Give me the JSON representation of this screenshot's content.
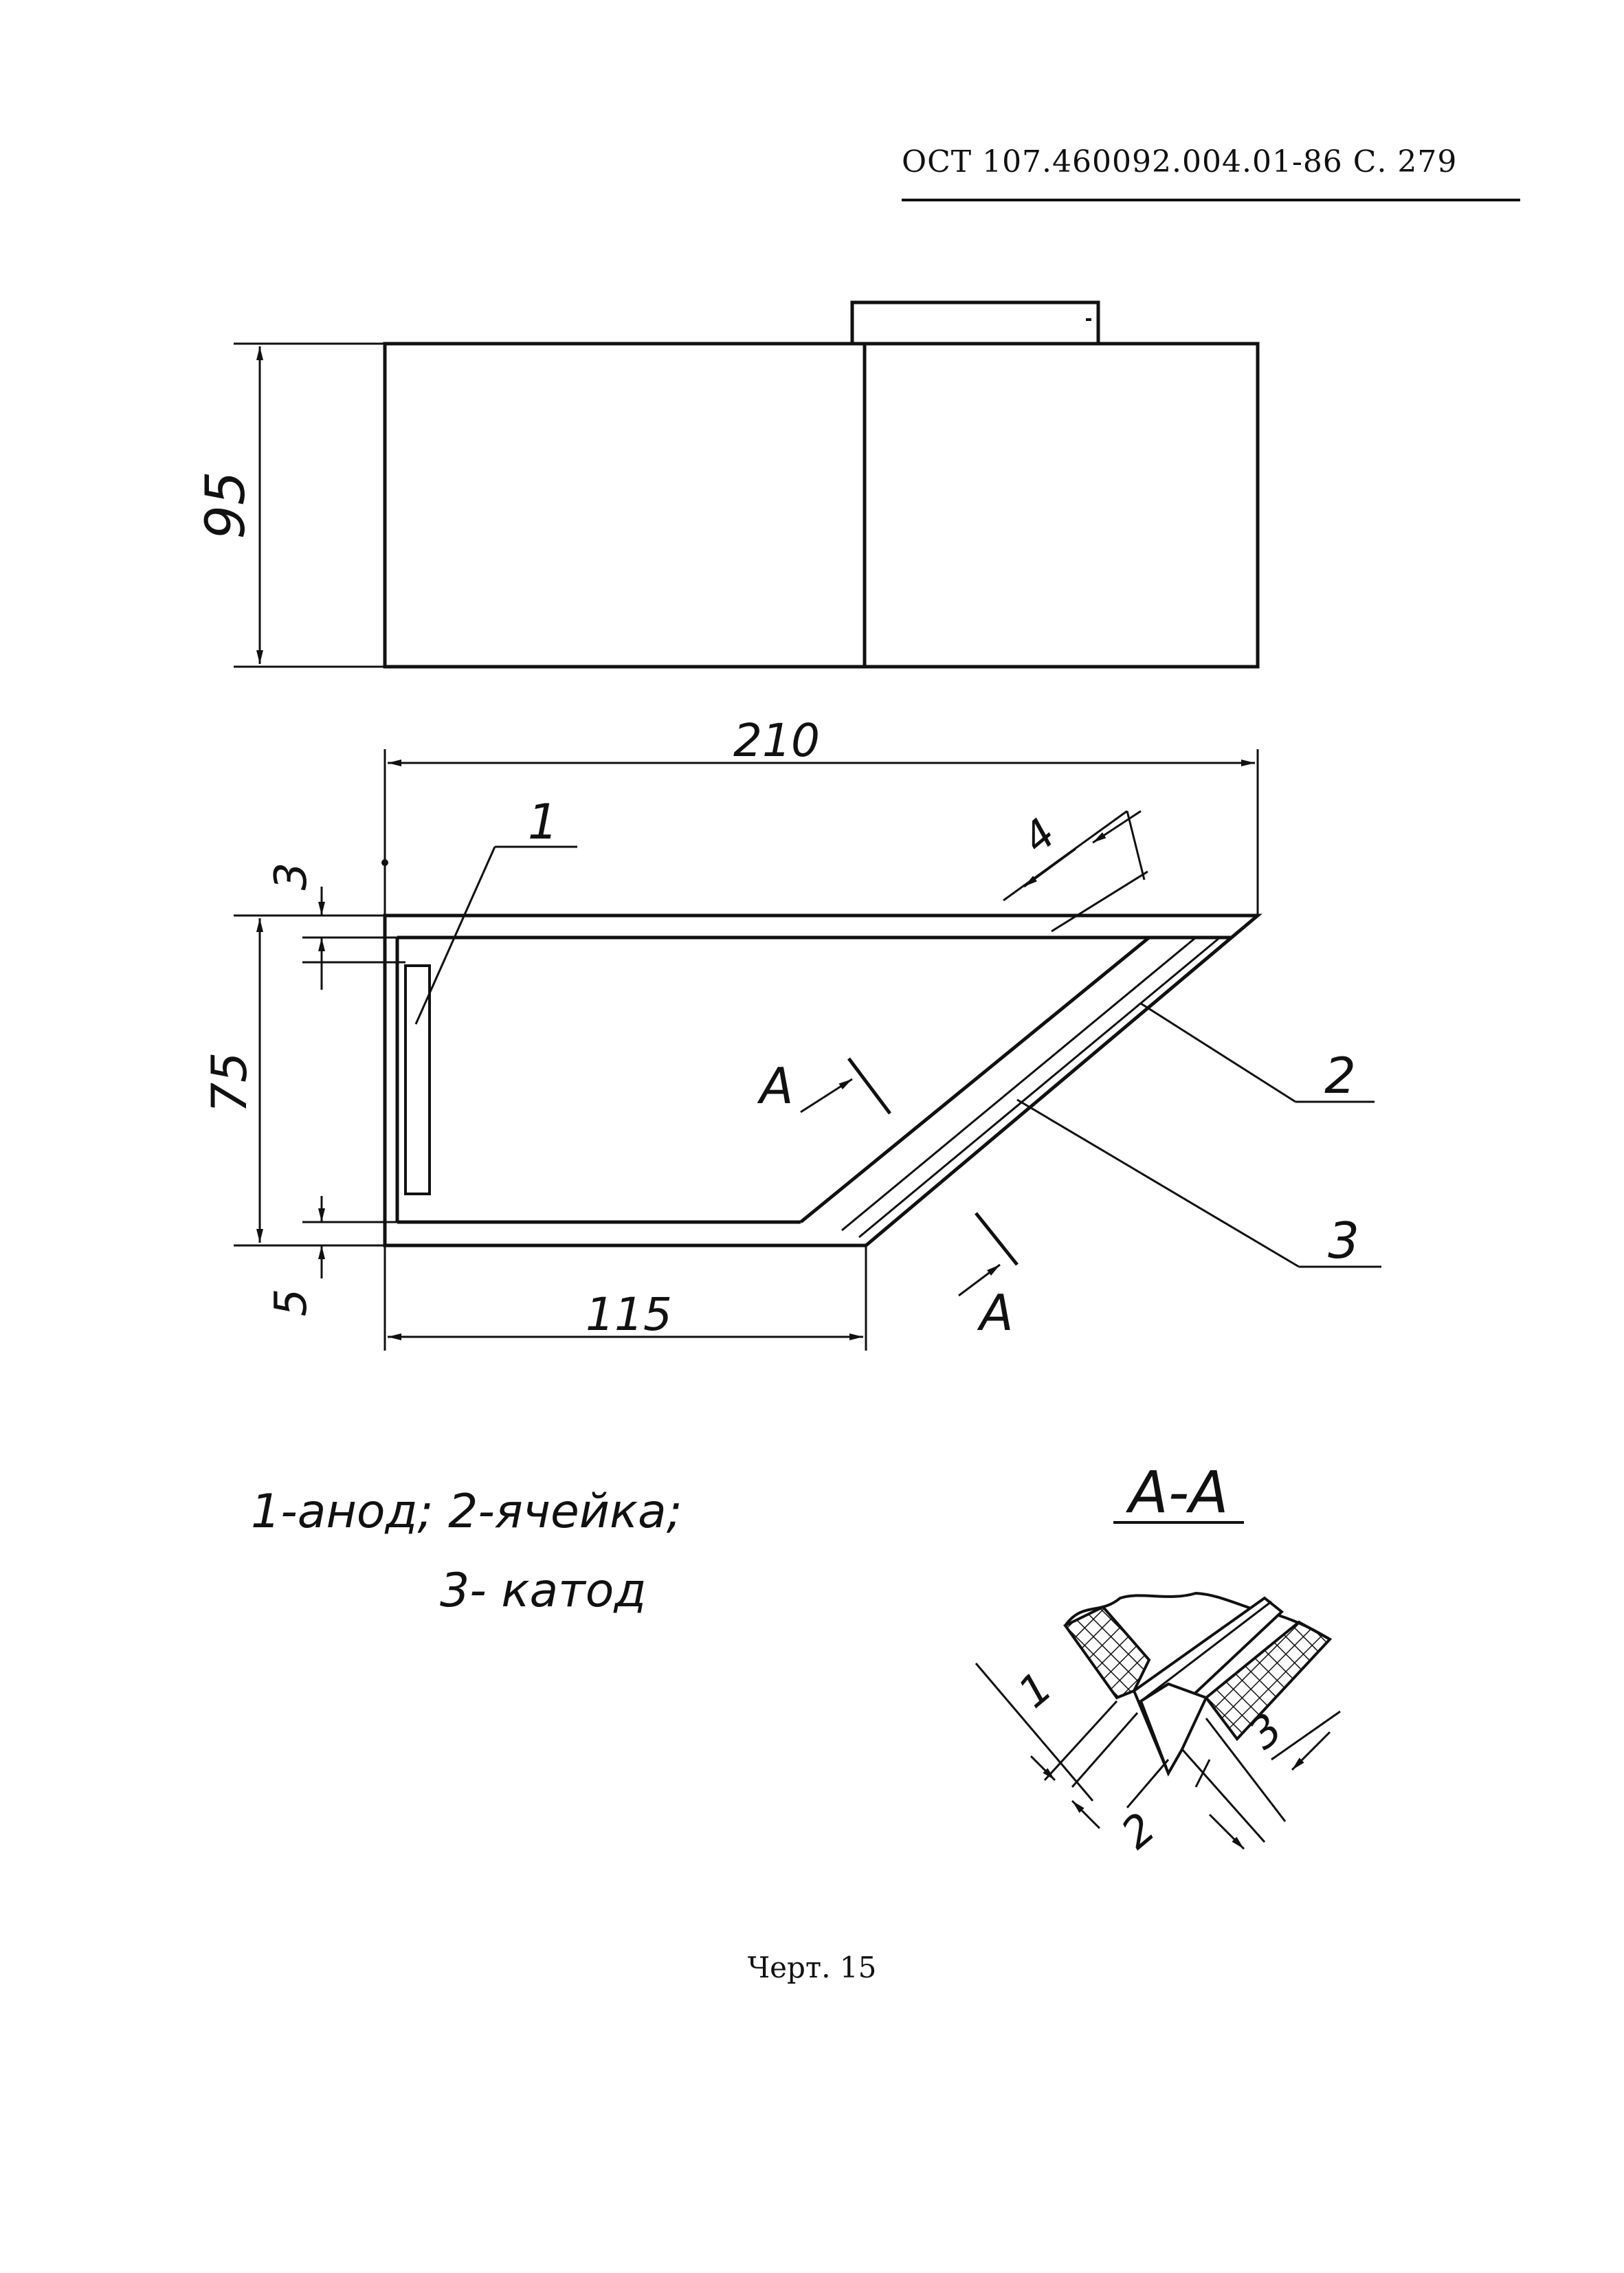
{
  "header": {
    "doc_ref": "ОСТ 107.460092.004.01-86 С. 279"
  },
  "dimensions": {
    "height": "95",
    "width": "210",
    "top_thickness": "3",
    "inner_height": "75",
    "bottom_thickness": "5",
    "bottom_length": "115",
    "cell_thickness": "4"
  },
  "callouts": {
    "anode": "1",
    "cell": "2",
    "cathode": "3"
  },
  "section_marks": {
    "left": "А",
    "right": "А"
  },
  "section_view": {
    "title": "А-А",
    "dim_1": "1",
    "dim_2": "2",
    "dim_3": "3"
  },
  "legend": {
    "line1": "1-анод; 2-ячейка;",
    "line2": "3- катод"
  },
  "caption": "Черт. 15"
}
